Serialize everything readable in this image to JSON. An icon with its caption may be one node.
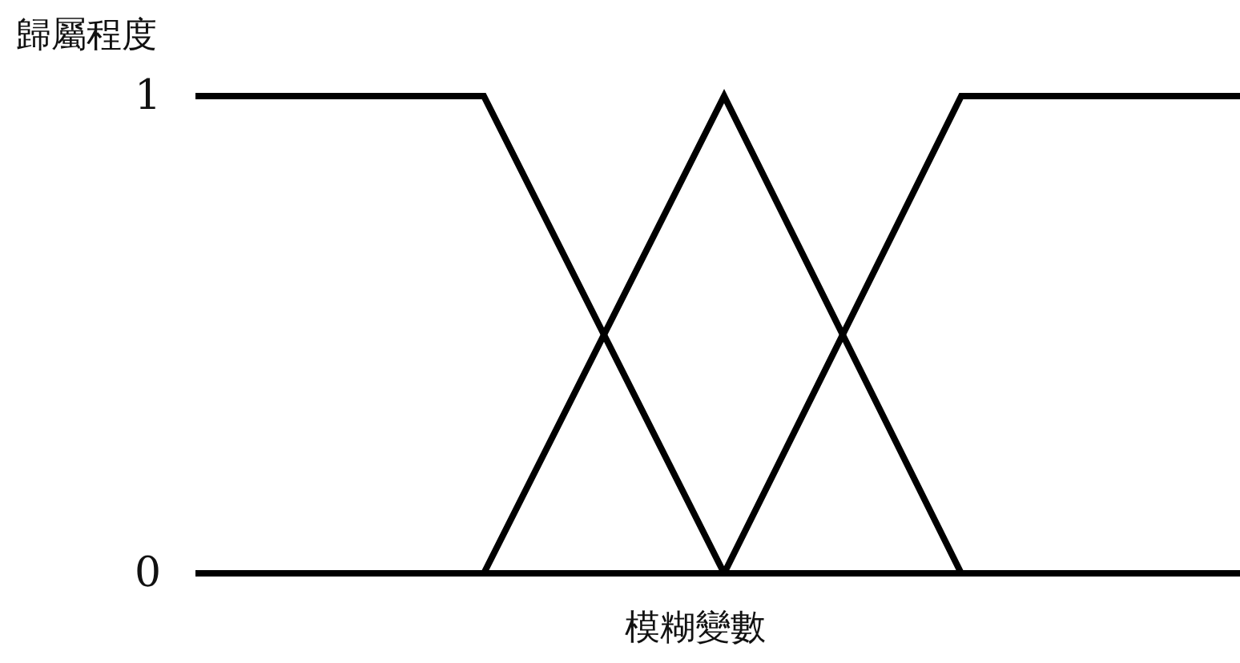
{
  "diagram": {
    "labels": [
      "歸屬程度",
      "1",
      "0",
      "模糊變數"
    ]
  }
}
